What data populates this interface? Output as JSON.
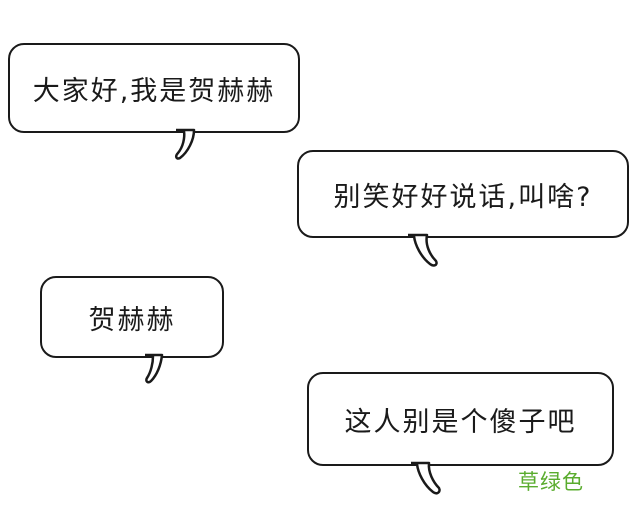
{
  "bubbles": [
    {
      "text": "大家好,我是贺赫赫"
    },
    {
      "text": "别笑好好说话,叫啥?"
    },
    {
      "text": "贺赫赫"
    },
    {
      "text": "这人别是个傻子吧"
    }
  ],
  "watermark": {
    "text": "草绿色",
    "color": "#5aac2e"
  }
}
